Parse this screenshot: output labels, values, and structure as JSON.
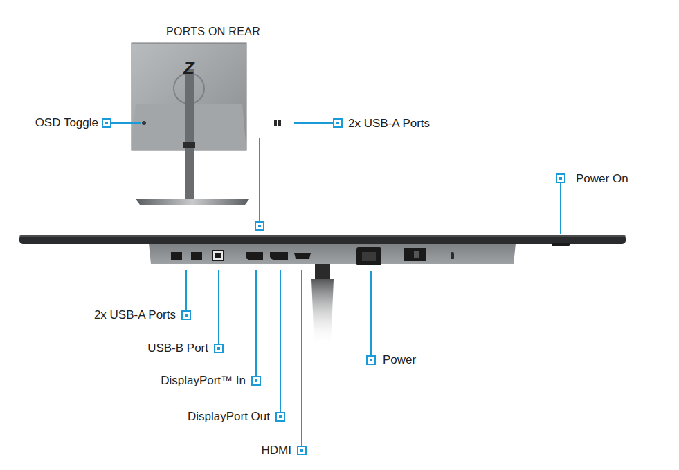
{
  "diagram": {
    "title": "PORTS ON REAR",
    "labels": [
      "Z",
      "OSD Toggle",
      "2x USB-A Ports",
      "Power On",
      "2x USB-A Ports",
      "USB-B Port",
      "DisplayPort™ In",
      "DisplayPort Out",
      "HDMI",
      "Power"
    ]
  }
}
